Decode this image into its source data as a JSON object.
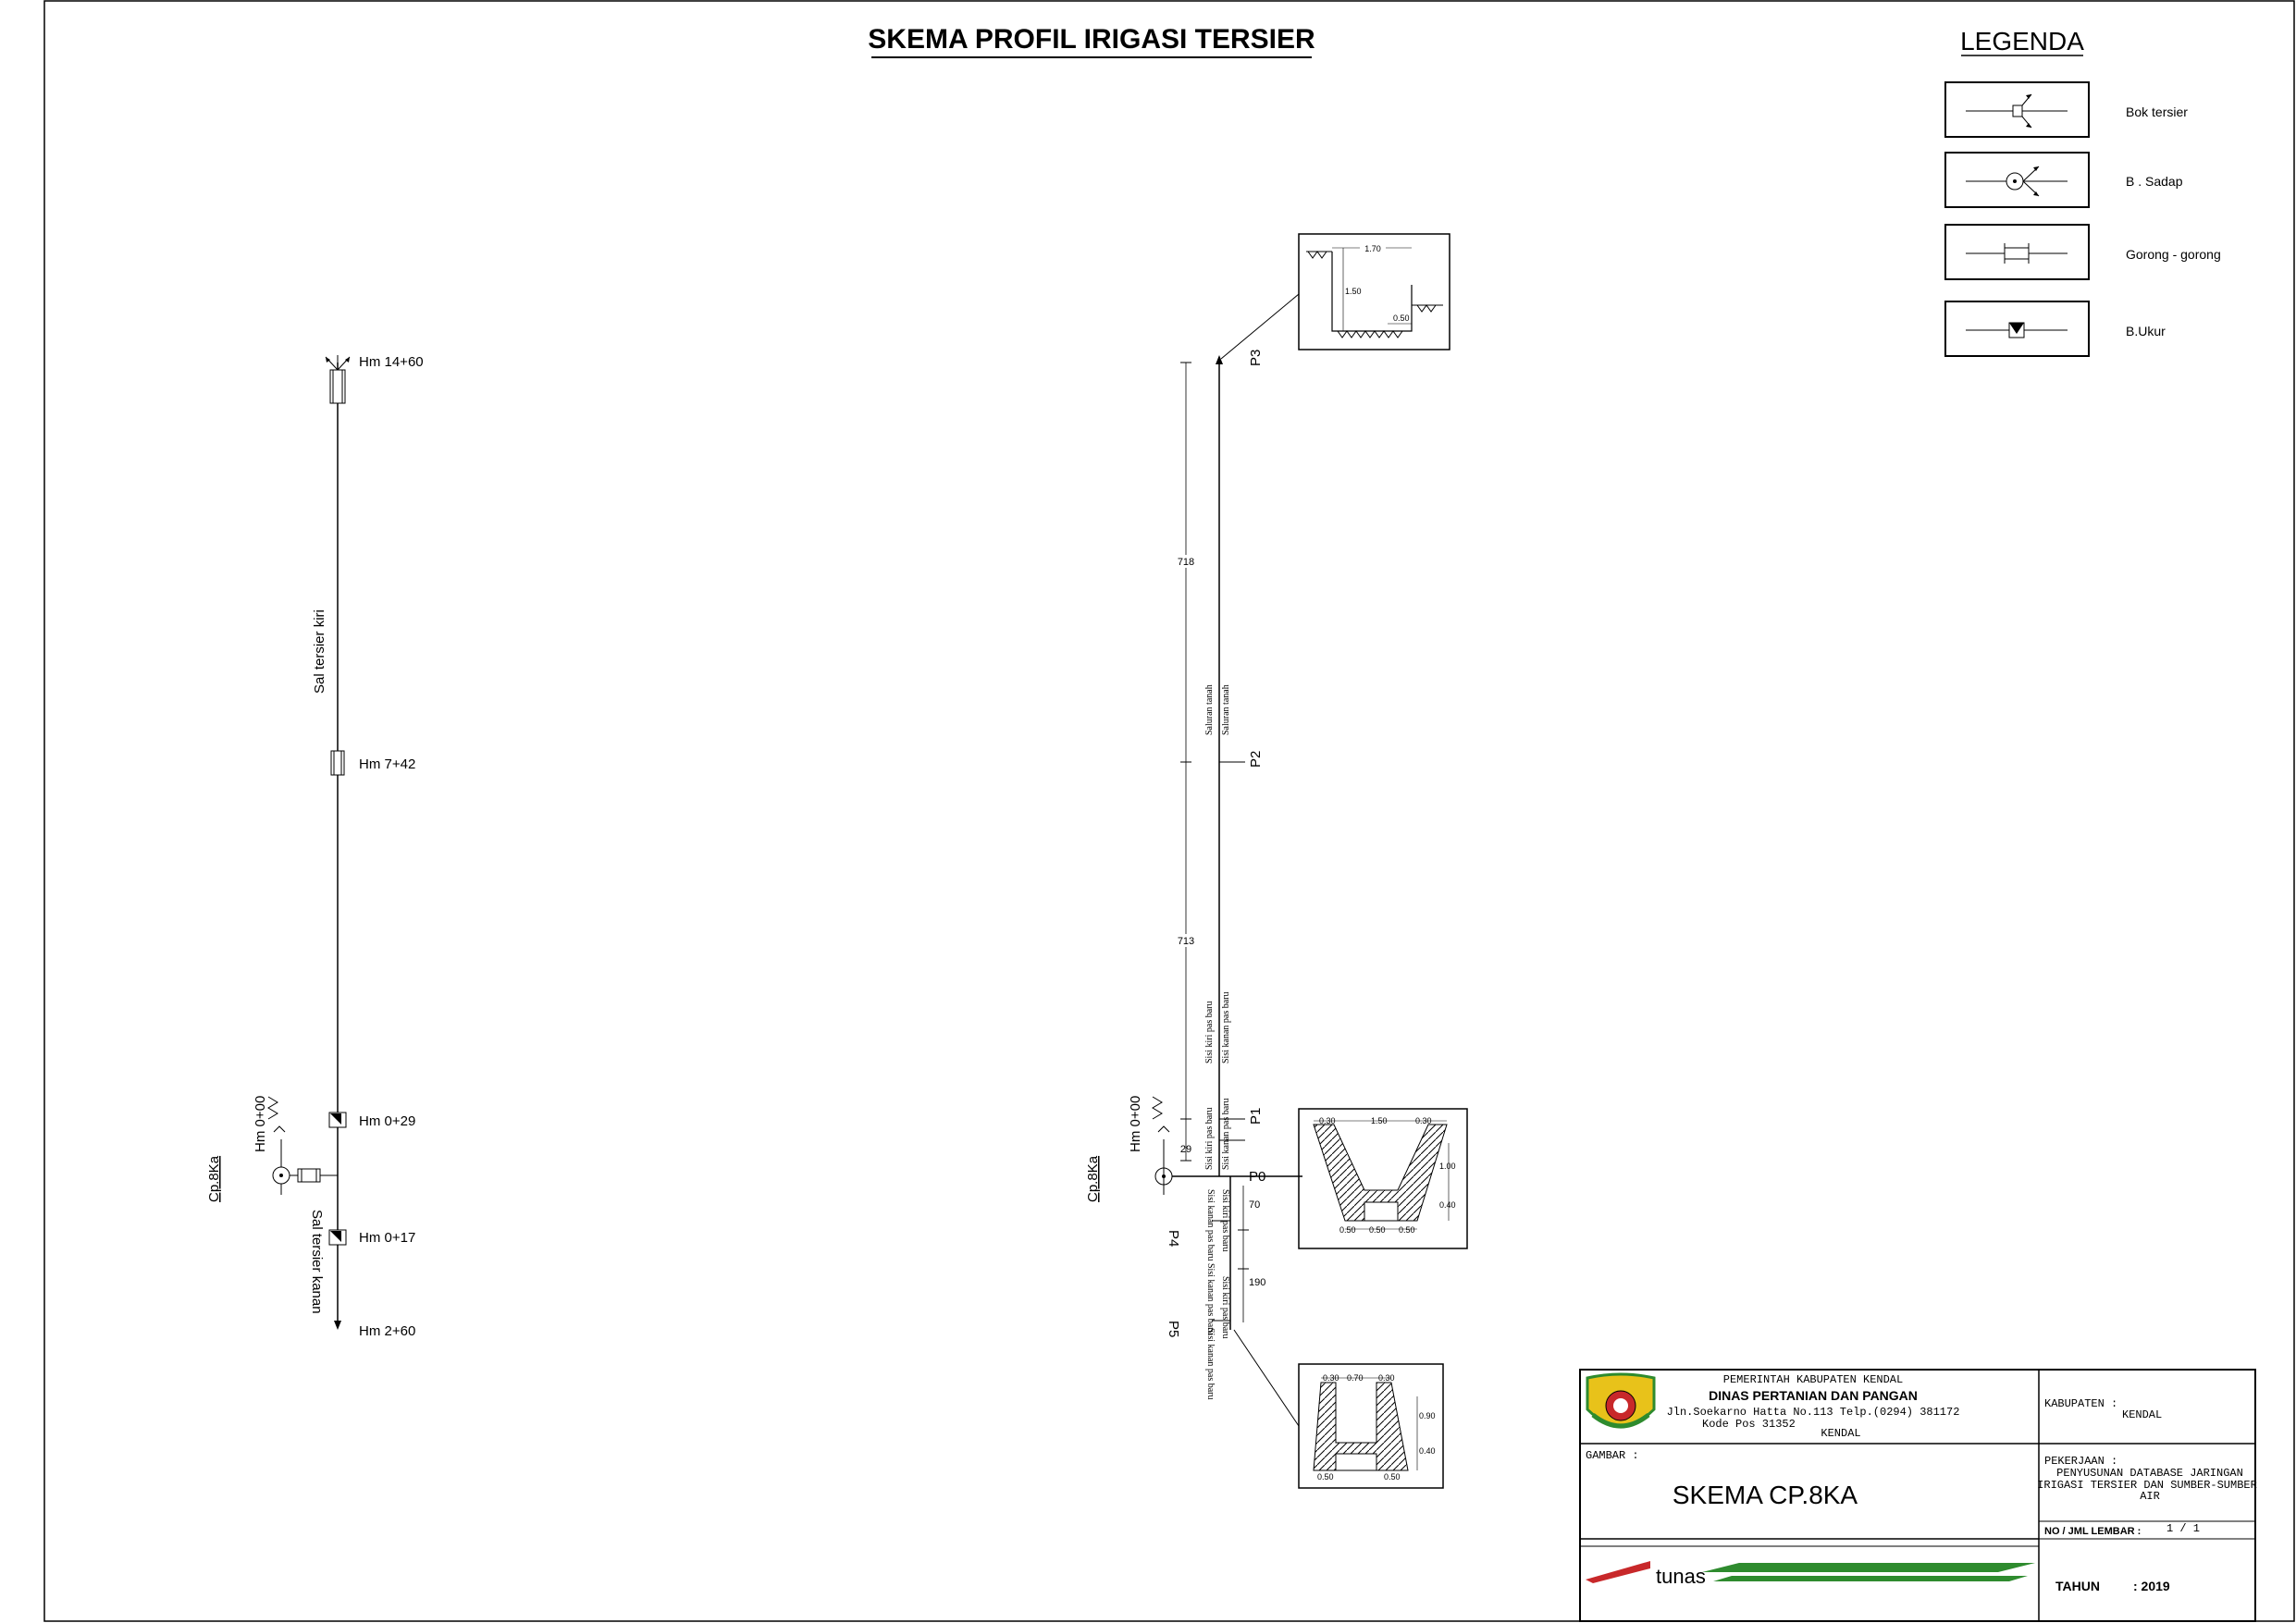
{
  "title": "SKEMA PROFIL IRIGASI TERSIER",
  "legend": {
    "title": "LEGENDA",
    "items": [
      {
        "label": "Bok tersier",
        "icon": "bok-tersier-symbol"
      },
      {
        "label": "B . Sadap",
        "icon": "bangunan-sadap-symbol"
      },
      {
        "label": "Gorong - gorong",
        "icon": "gorong-gorong-symbol"
      },
      {
        "label": "B.Ukur",
        "icon": "bangunan-ukur-symbol"
      }
    ]
  },
  "left_scheme": {
    "source_label": "Cp.8Ka",
    "start_label": "Hm 0+00",
    "channel_left": "Sal tersier kiri",
    "channel_right": "Sal tersier kanan",
    "stations": [
      "Hm 14+60",
      "Hm 7+42",
      "Hm 0+29",
      "Hm 0+17",
      "Hm 2+60"
    ]
  },
  "right_scheme": {
    "source_label": "Cp.8Ka",
    "start_label": "Hm 0+00",
    "points": [
      "P3",
      "P2",
      "P1",
      "P0",
      "P4",
      "P5"
    ],
    "distances": [
      "718",
      "713",
      "29",
      "70",
      "190"
    ],
    "side_labels": [
      "Saluran tanah",
      "Saluran tanah",
      "Sisi kiri pas baru",
      "Sisi kanan pas baru",
      "Sisi kiri pas baru",
      "Sisi kanan pas baru",
      "Sisi kanan pas baru",
      "Sisi kiri pas baru",
      "Sisi kanan pas baru",
      "Sisi kiri pas baru",
      "Sisi kanan pas baru"
    ],
    "section_p3": {
      "dims": [
        "1.70",
        "1.50",
        "0.50"
      ]
    },
    "section_p1": {
      "dims": [
        "0.30",
        "1.50",
        "0.30",
        "1.00",
        "0.40",
        "0.50",
        "0.50",
        "0.50"
      ]
    },
    "section_p5": {
      "dims": [
        "0.30",
        "0.70",
        "0.30",
        "0.90",
        "0.40",
        "0.50",
        "0.50"
      ]
    }
  },
  "title_block": {
    "agency_line1": "PEMERINTAH KABUPATEN KENDAL",
    "agency_line2": "DINAS PERTANIAN DAN PANGAN",
    "address1": "Jln.Soekarno Hatta No.113 Telp.(0294) 381172",
    "address2": "Kode Pos 31352",
    "city": "KENDAL",
    "gambar_label": "GAMBAR :",
    "gambar_value": "SKEMA CP.8KA",
    "company": "tunas",
    "kabupaten_label": "KABUPATEN :",
    "kabupaten_value": "KENDAL",
    "pekerjaan_label": "PEKERJAAN :",
    "pekerjaan_line1": "PENYUSUNAN DATABASE JARINGAN",
    "pekerjaan_line2": "IRIGASI TERSIER DAN SUMBER-SUMBER",
    "pekerjaan_line3": "AIR",
    "lembar_label": "NO / JML LEMBAR :",
    "lembar_value": "1 / 1",
    "tahun_label": "TAHUN",
    "tahun_value": ": 2019"
  },
  "colors": {
    "line": "#000000",
    "accent_green": "#2e8b2e",
    "logo_red": "#c8282a",
    "logo_yellow": "#e8c21a"
  }
}
